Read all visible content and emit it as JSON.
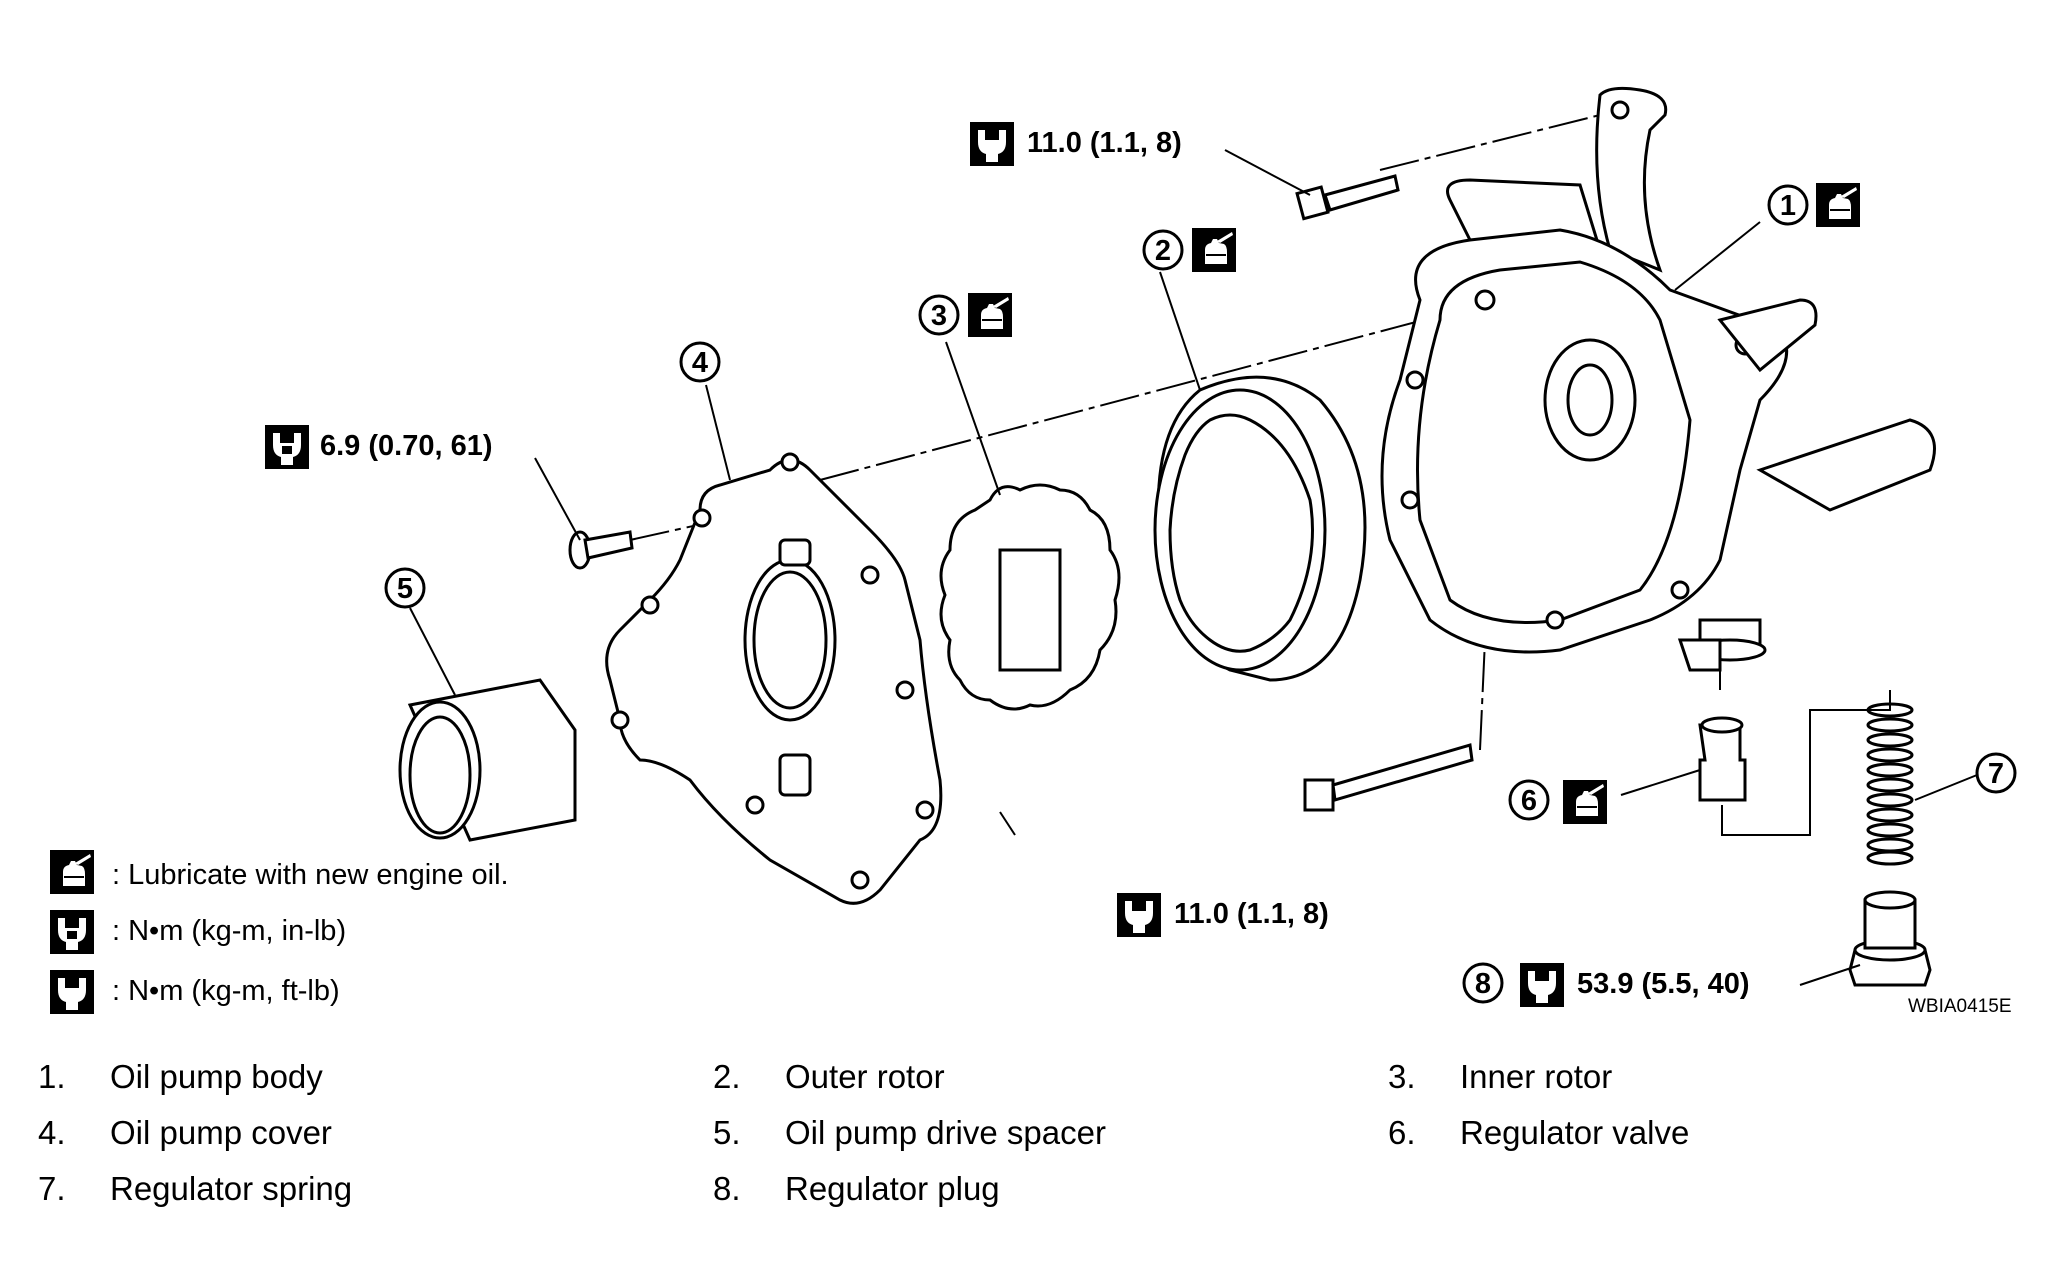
{
  "torque_labels": {
    "bolt_top": "11.0 (1.1, 8)",
    "screw_cover": "6.9 (0.70, 61)",
    "bolt_lower": "11.0 (1.1, 8)",
    "plug": "53.9 (5.5, 40)"
  },
  "callouts": [
    "1",
    "2",
    "3",
    "4",
    "5",
    "6",
    "7",
    "8"
  ],
  "legend": [
    {
      "icon": "oil-can-icon",
      "text": ":  Lubricate with new engine oil."
    },
    {
      "icon": "torque-wrench-inlb-icon",
      "text": ":  N•m  (kg-m,  in-lb)"
    },
    {
      "icon": "torque-wrench-ftlb-icon",
      "text": ":  N•m  (kg-m,  ft-lb)"
    }
  ],
  "figure_code": "WBIA0415E",
  "parts": [
    {
      "num": "1.",
      "label": "Oil pump body"
    },
    {
      "num": "2.",
      "label": "Outer rotor"
    },
    {
      "num": "3.",
      "label": "Inner rotor"
    },
    {
      "num": "4.",
      "label": "Oil pump cover"
    },
    {
      "num": "5.",
      "label": "Oil pump drive spacer"
    },
    {
      "num": "6.",
      "label": "Regulator valve"
    },
    {
      "num": "7.",
      "label": "Regulator spring"
    },
    {
      "num": "8.",
      "label": "Regulator plug"
    }
  ],
  "colors": {
    "ink": "#000000",
    "background": "#ffffff"
  }
}
